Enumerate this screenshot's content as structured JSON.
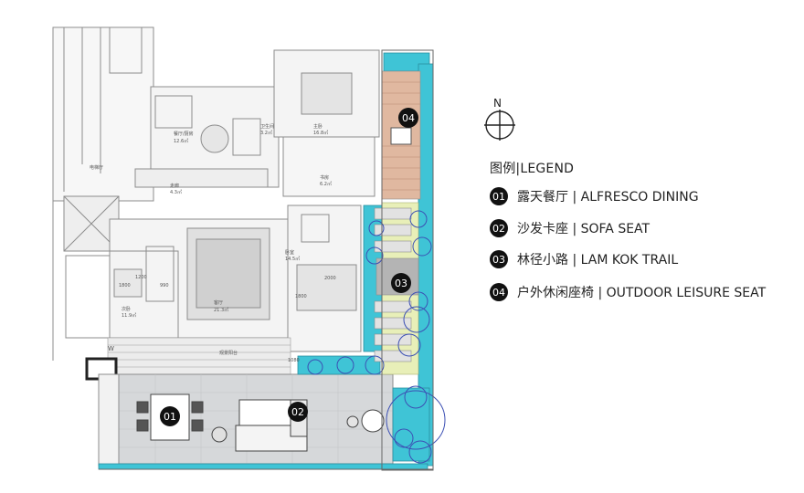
{
  "compass": {
    "north_label": "N"
  },
  "legend": {
    "title": "图例|LEGEND",
    "items": [
      {
        "num": "01",
        "label": "露天餐厅 | ALFRESCO DINING"
      },
      {
        "num": "02",
        "label": "沙发卡座 | SOFA SEAT"
      },
      {
        "num": "03",
        "label": "林径小路 | LAM KOK TRAIL"
      },
      {
        "num": "04",
        "label": "户外休闲座椅 | OUTDOOR LEISURE SEAT"
      }
    ]
  },
  "markers": [
    "01",
    "02",
    "03",
    "04"
  ],
  "room_labels": {
    "living": "客厅",
    "living_area": "21.3㎡",
    "dining": "餐厅/厨房",
    "dining_area": "12.6㎡",
    "master": "主卧",
    "master_area": "16.8㎡",
    "bedroom2": "卧室",
    "bedroom2_area": "14.5㎡",
    "bedroom3": "次卧",
    "bedroom3_area": "11.9㎡",
    "bath": "卫生间",
    "bath_area": "3.2㎡",
    "study": "书房",
    "study_area": "6.2㎡",
    "corridor": "走廊",
    "corridor_area": "4.3㎡",
    "balcony": "观景阳台",
    "lift_lobby": "电梯厅",
    "dim_1800_a": "1800",
    "dim_1200": "1200",
    "dim_990": "990",
    "dim_1800_b": "1800",
    "dim_2000": "2000",
    "dim_1080": "1080",
    "w_mark": "W"
  },
  "colors": {
    "water": "#3fc4d6",
    "lawn": "#e8efb8",
    "paving": "#d6d8da",
    "deck": "#e0b8a0",
    "walls": "#8c8c8c",
    "marker": "#111111",
    "tree_outline": "#3c50b4"
  }
}
